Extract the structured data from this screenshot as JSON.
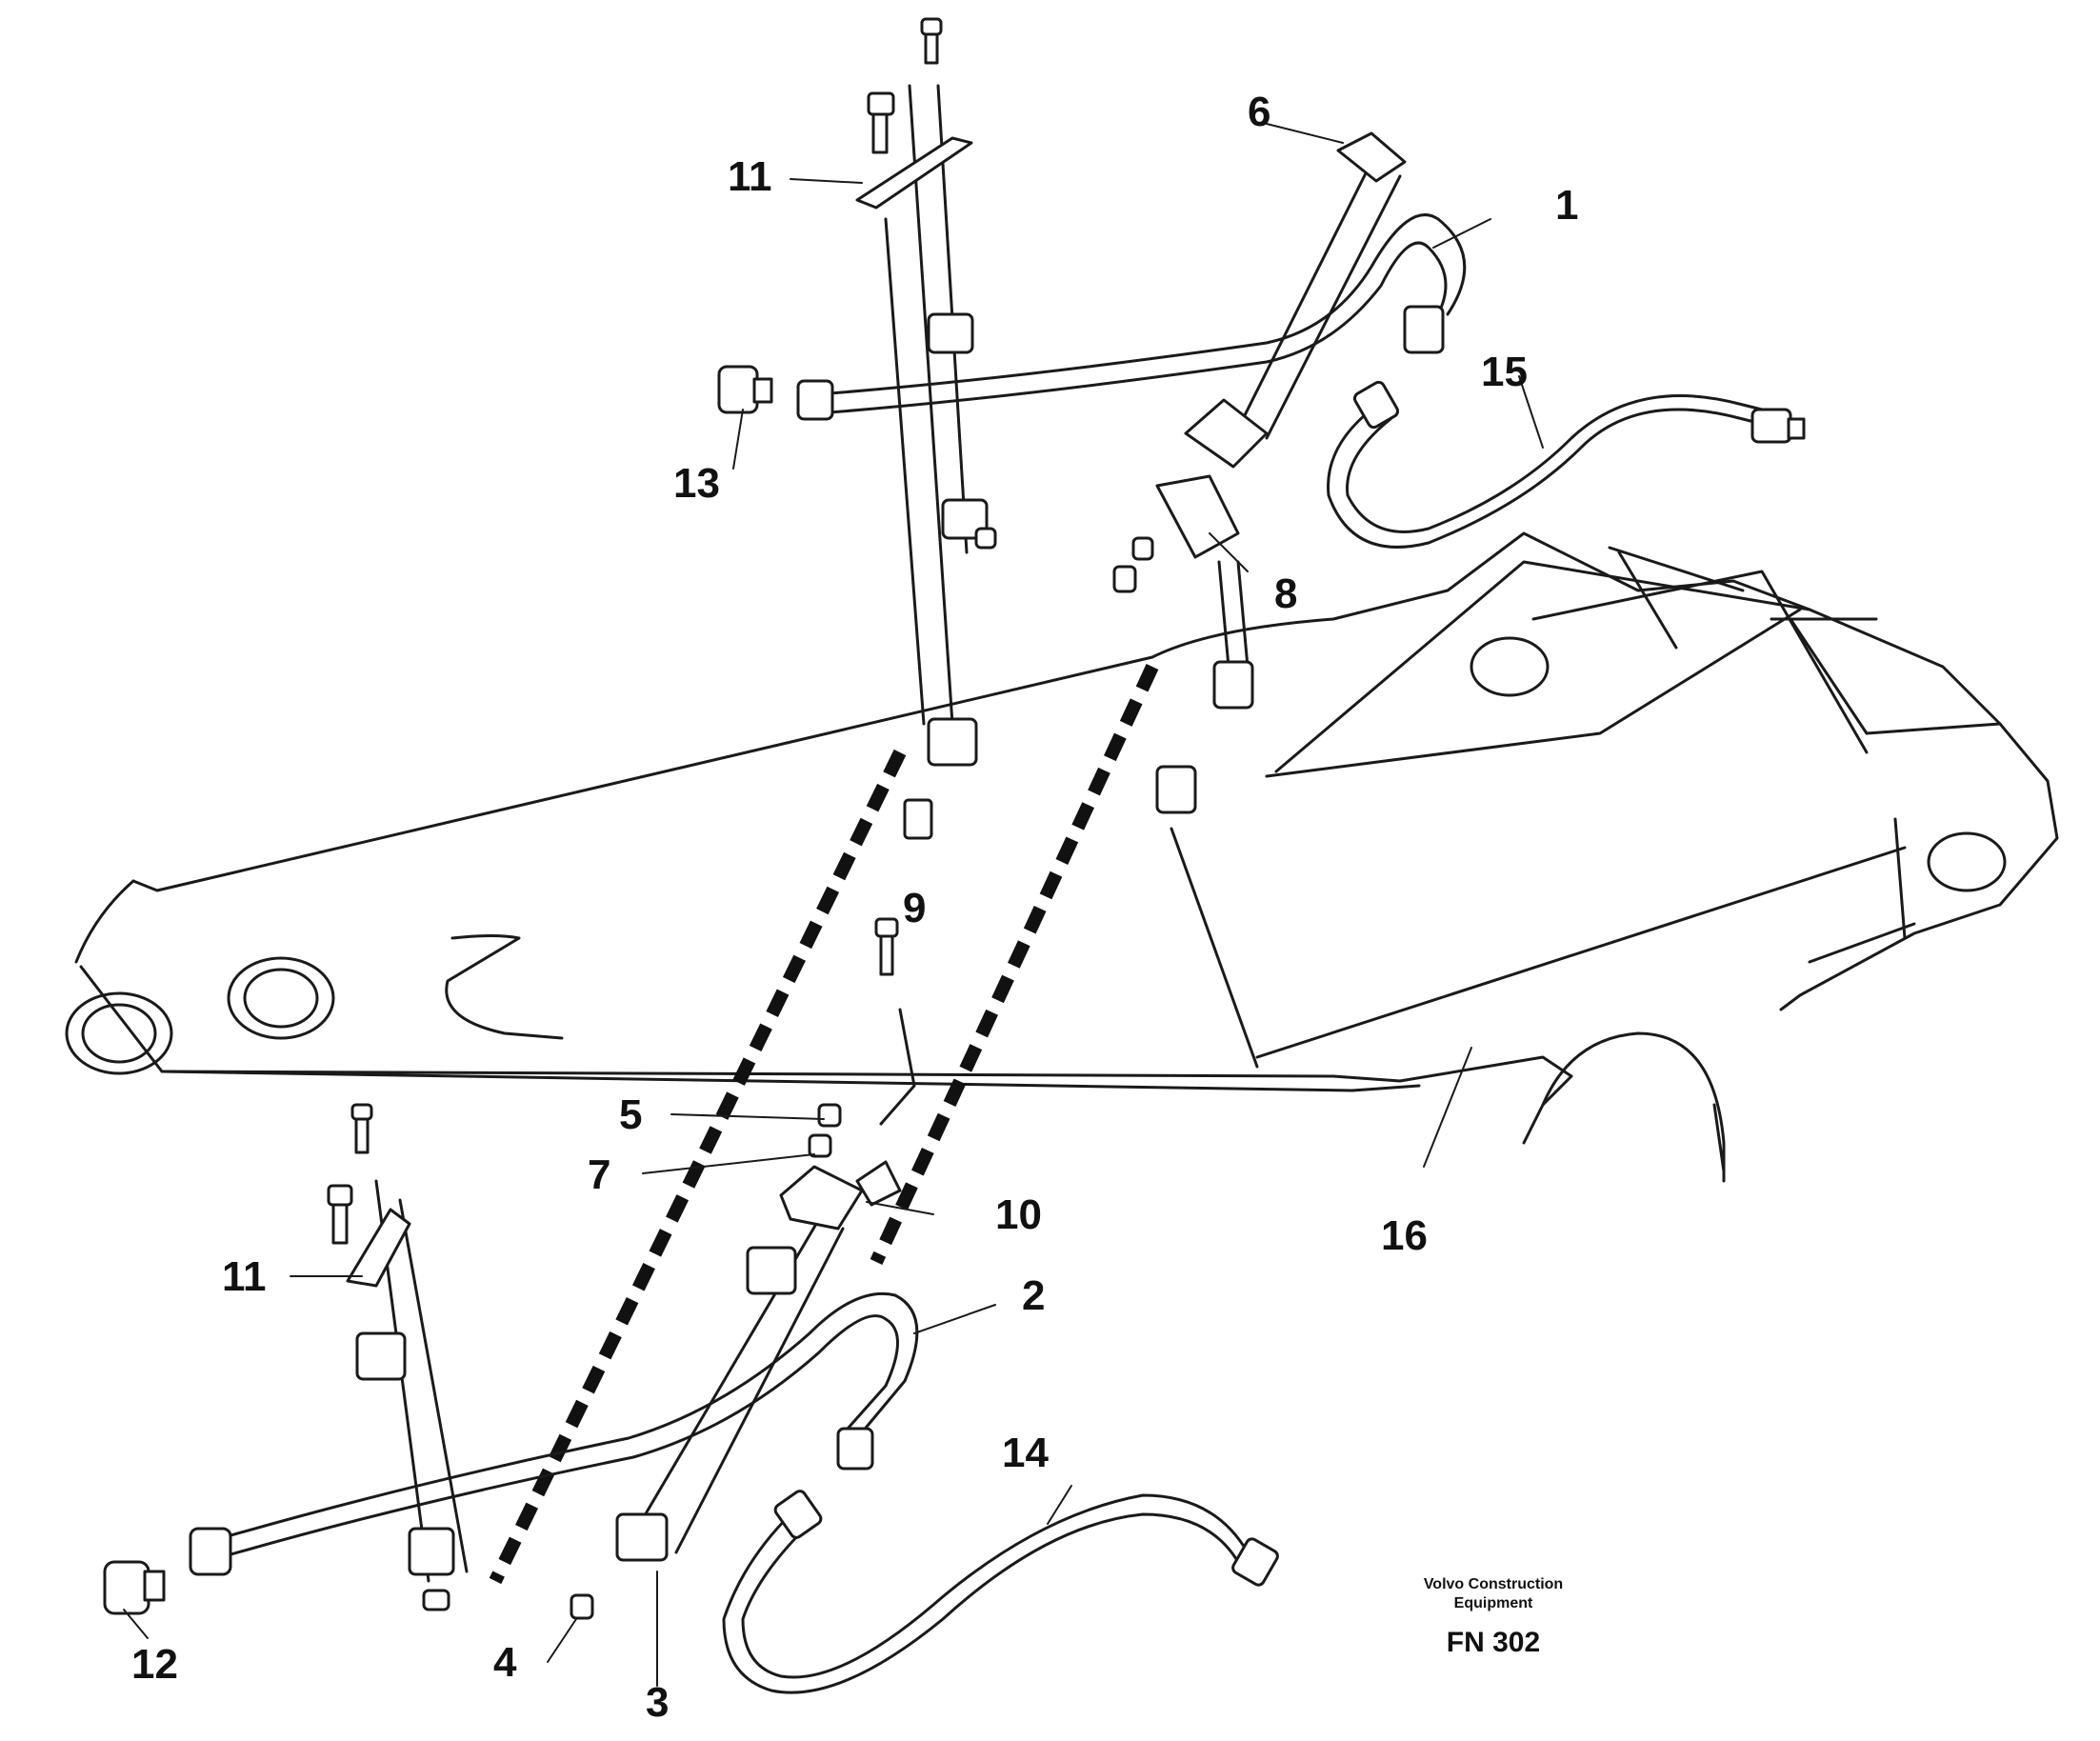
{
  "callouts": [
    "1",
    "2",
    "3",
    "4",
    "5",
    "6",
    "7",
    "8",
    "9",
    "10",
    "11",
    "11",
    "12",
    "13",
    "14",
    "15",
    "16"
  ],
  "footer": {
    "brand_line1": "Volvo Construction",
    "brand_line2": "Equipment",
    "code": "FN 302"
  }
}
